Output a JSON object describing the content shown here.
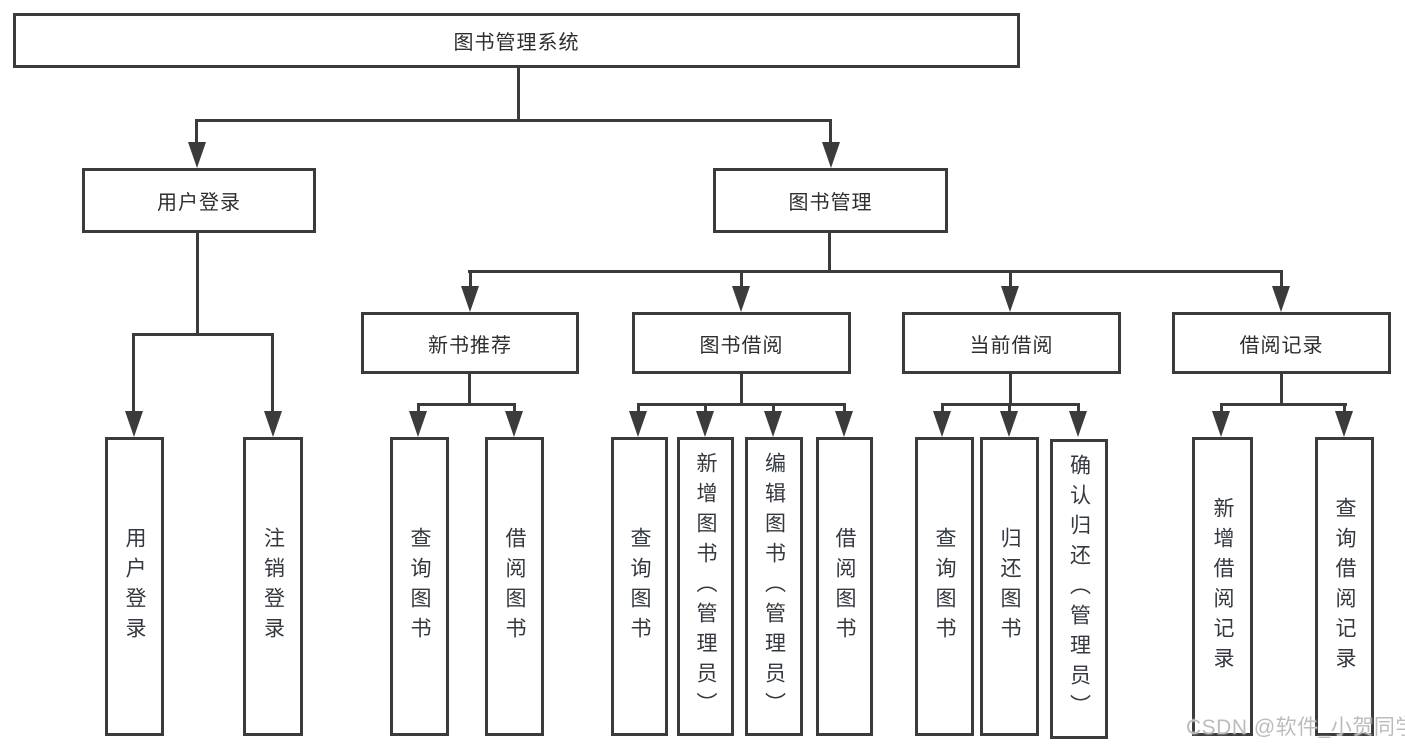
{
  "diagram": {
    "root": "图书管理系统",
    "user_login": {
      "label": "用户登录",
      "children": [
        "用户登录",
        "注销登录"
      ]
    },
    "book_management": {
      "label": "图书管理",
      "sections": {
        "new_books": {
          "label": "新书推荐",
          "children": [
            "查询图书",
            "借阅图书"
          ]
        },
        "borrowing": {
          "label": "图书借阅",
          "children": [
            "查询图书",
            "新增图书（管理员）",
            "编辑图书（管理员）",
            "借阅图书"
          ]
        },
        "current": {
          "label": "当前借阅",
          "children": [
            "查询图书",
            "归还图书",
            "确认归还（管理员）"
          ]
        },
        "records": {
          "label": "借阅记录",
          "children": [
            "新增借阅记录",
            "查询借阅记录"
          ]
        }
      }
    }
  },
  "watermark": "CSDN @软件_小贺同学",
  "colors": {
    "line": "#3b3b3b",
    "box_border": "#3b3b3b",
    "text": "#2e2e2e",
    "watermark": "#bcbcbc",
    "background": "#ffffff"
  }
}
